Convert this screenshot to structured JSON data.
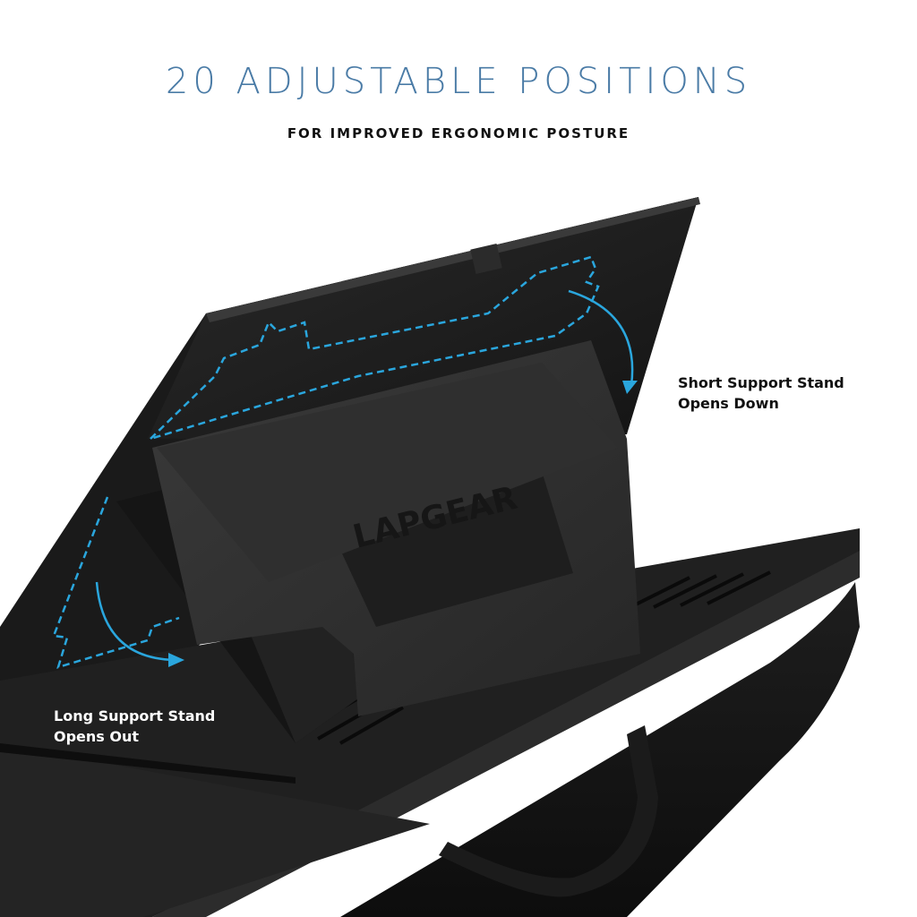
{
  "header": {
    "title": "20 ADJUSTABLE POSITIONS",
    "subtitle": "FOR IMPROVED ERGONOMIC POSTURE"
  },
  "product": {
    "brand_mark": "LAPGEAR",
    "description": "Black lap desk with raised tilting platform, short and long support stands, cushion base and carry handle"
  },
  "callouts": {
    "short_stand": {
      "line1": "Short Support Stand",
      "line2": "Opens Down"
    },
    "long_stand": {
      "line1": "Long Support Stand",
      "line2": "Opens Out"
    }
  },
  "colors": {
    "title_blue": "#4a7ba6",
    "annotation_blue": "#2aa6dd",
    "product_black": "#1c1c1c",
    "background": "#ffffff"
  }
}
